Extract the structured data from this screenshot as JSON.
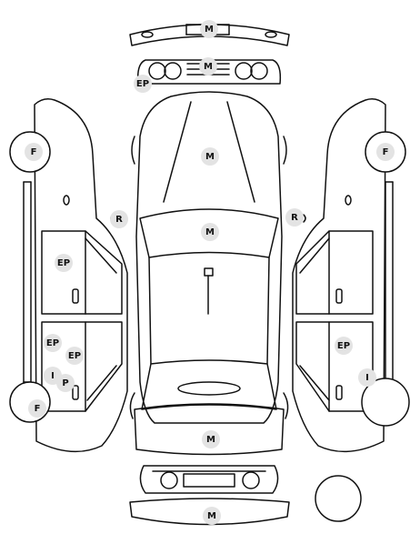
{
  "colors": {
    "line": "#111111",
    "badge_fill": "#e3e3e3",
    "background": "#ffffff"
  },
  "marks": {
    "front_bumper": "M",
    "grille": "M",
    "headlight_left": "EP",
    "hood": "M",
    "mirror_left": "R",
    "mirror_right": "R",
    "roof": "M",
    "trunk": "M",
    "rear_bumper": "M",
    "left_front_wheel": "F",
    "left_front_door": "EP",
    "left_rear_door_upper": "EP",
    "left_rear_door_lower": "EP",
    "left_sill_i": "I",
    "left_sill_p": "P",
    "left_rear_wheel": "F",
    "right_front_wheel": "F",
    "right_rear_door": "EP",
    "right_sill_i": "I"
  }
}
